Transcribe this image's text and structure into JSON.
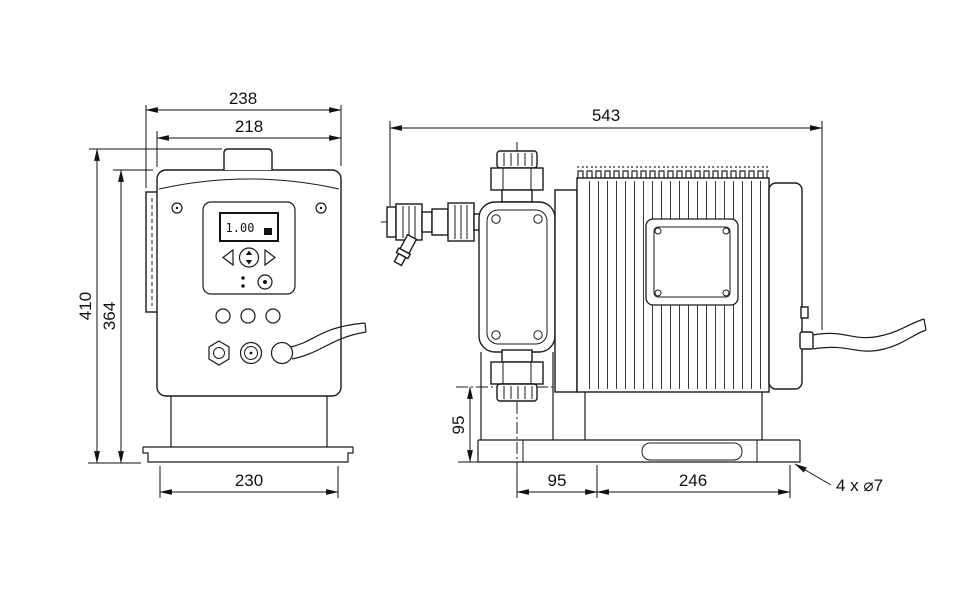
{
  "drawing": {
    "front_view": {
      "dim_width_outer": "238",
      "dim_width_body": "218",
      "dim_height_total": "410",
      "dim_height_body": "364",
      "dim_base_width": "230",
      "display_value": "1.00"
    },
    "side_view": {
      "dim_length_total": "543",
      "dim_suction_height": "95",
      "dim_foot_left": "95",
      "dim_foot_span": "246",
      "dim_holes": "4 x ⌀7"
    }
  }
}
